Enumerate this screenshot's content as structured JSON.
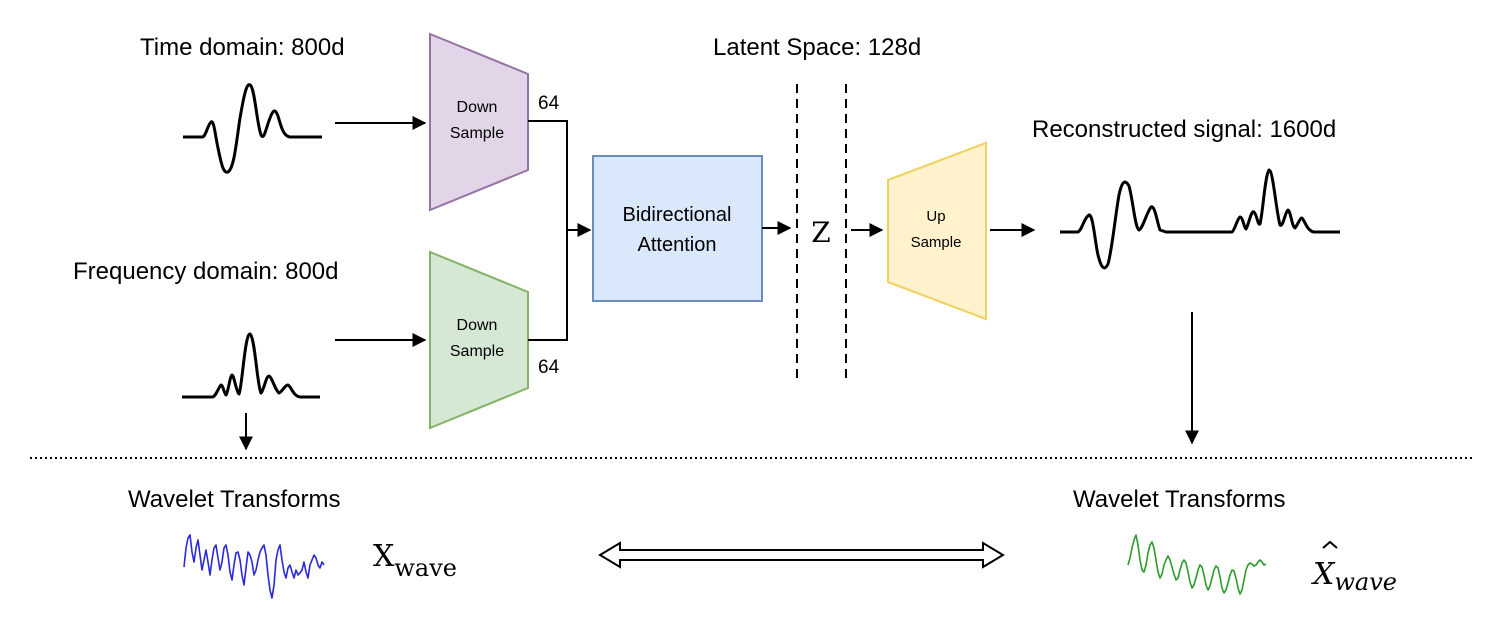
{
  "labels": {
    "time_domain": "Time domain: 800d",
    "frequency_domain": "Frequency domain: 800d",
    "latent_space": "Latent Space: 128d",
    "reconstructed": "Reconstructed signal: 1600d",
    "wavelet_left": "Wavelet Transforms",
    "wavelet_right": "Wavelet Transforms"
  },
  "blocks": {
    "down_top_line1": "Down",
    "down_top_line2": "Sample",
    "down_bottom_line1": "Down",
    "down_bottom_line2": "Sample",
    "attention_line1": "Bidirectional",
    "attention_line2": "Attention",
    "up_line1": "Up",
    "up_line2": "Sample",
    "z": "Z"
  },
  "dims": {
    "top_out": "64",
    "bottom_out": "64"
  },
  "math": {
    "x_wave_base": "X",
    "x_wave_sub": "wave",
    "xhat_wave_base": "X",
    "xhat_wave_sub": "wave"
  },
  "colors": {
    "down_top_fill": "#e1d5e7",
    "down_top_stroke": "#9673a6",
    "down_bottom_fill": "#d5e8d4",
    "down_bottom_stroke": "#82b366",
    "attention_fill": "#dae8fc",
    "attention_stroke": "#6c8ebf",
    "up_fill": "#fff2cc",
    "up_stroke": "#f0d060",
    "wave_left": "#2a2ad6",
    "wave_right": "#2e9a2e"
  }
}
